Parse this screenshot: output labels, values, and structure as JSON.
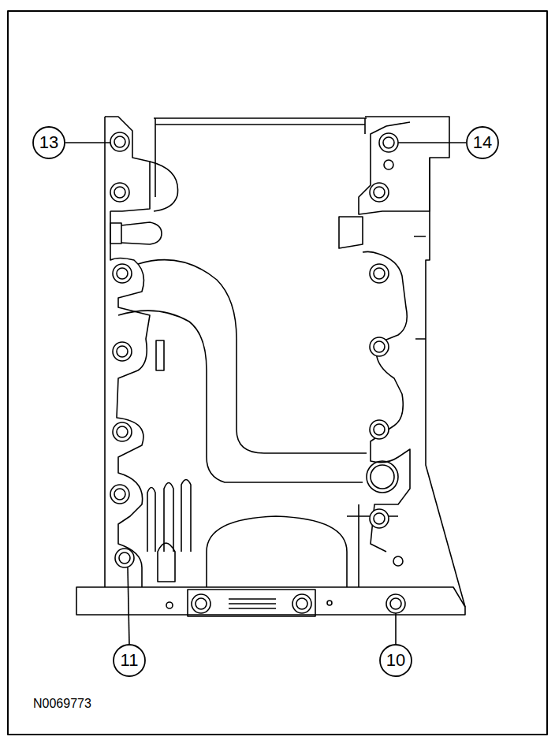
{
  "diagram": {
    "labels": [
      "13",
      "14",
      "11",
      "10",
      "N0069773"
    ]
  }
}
